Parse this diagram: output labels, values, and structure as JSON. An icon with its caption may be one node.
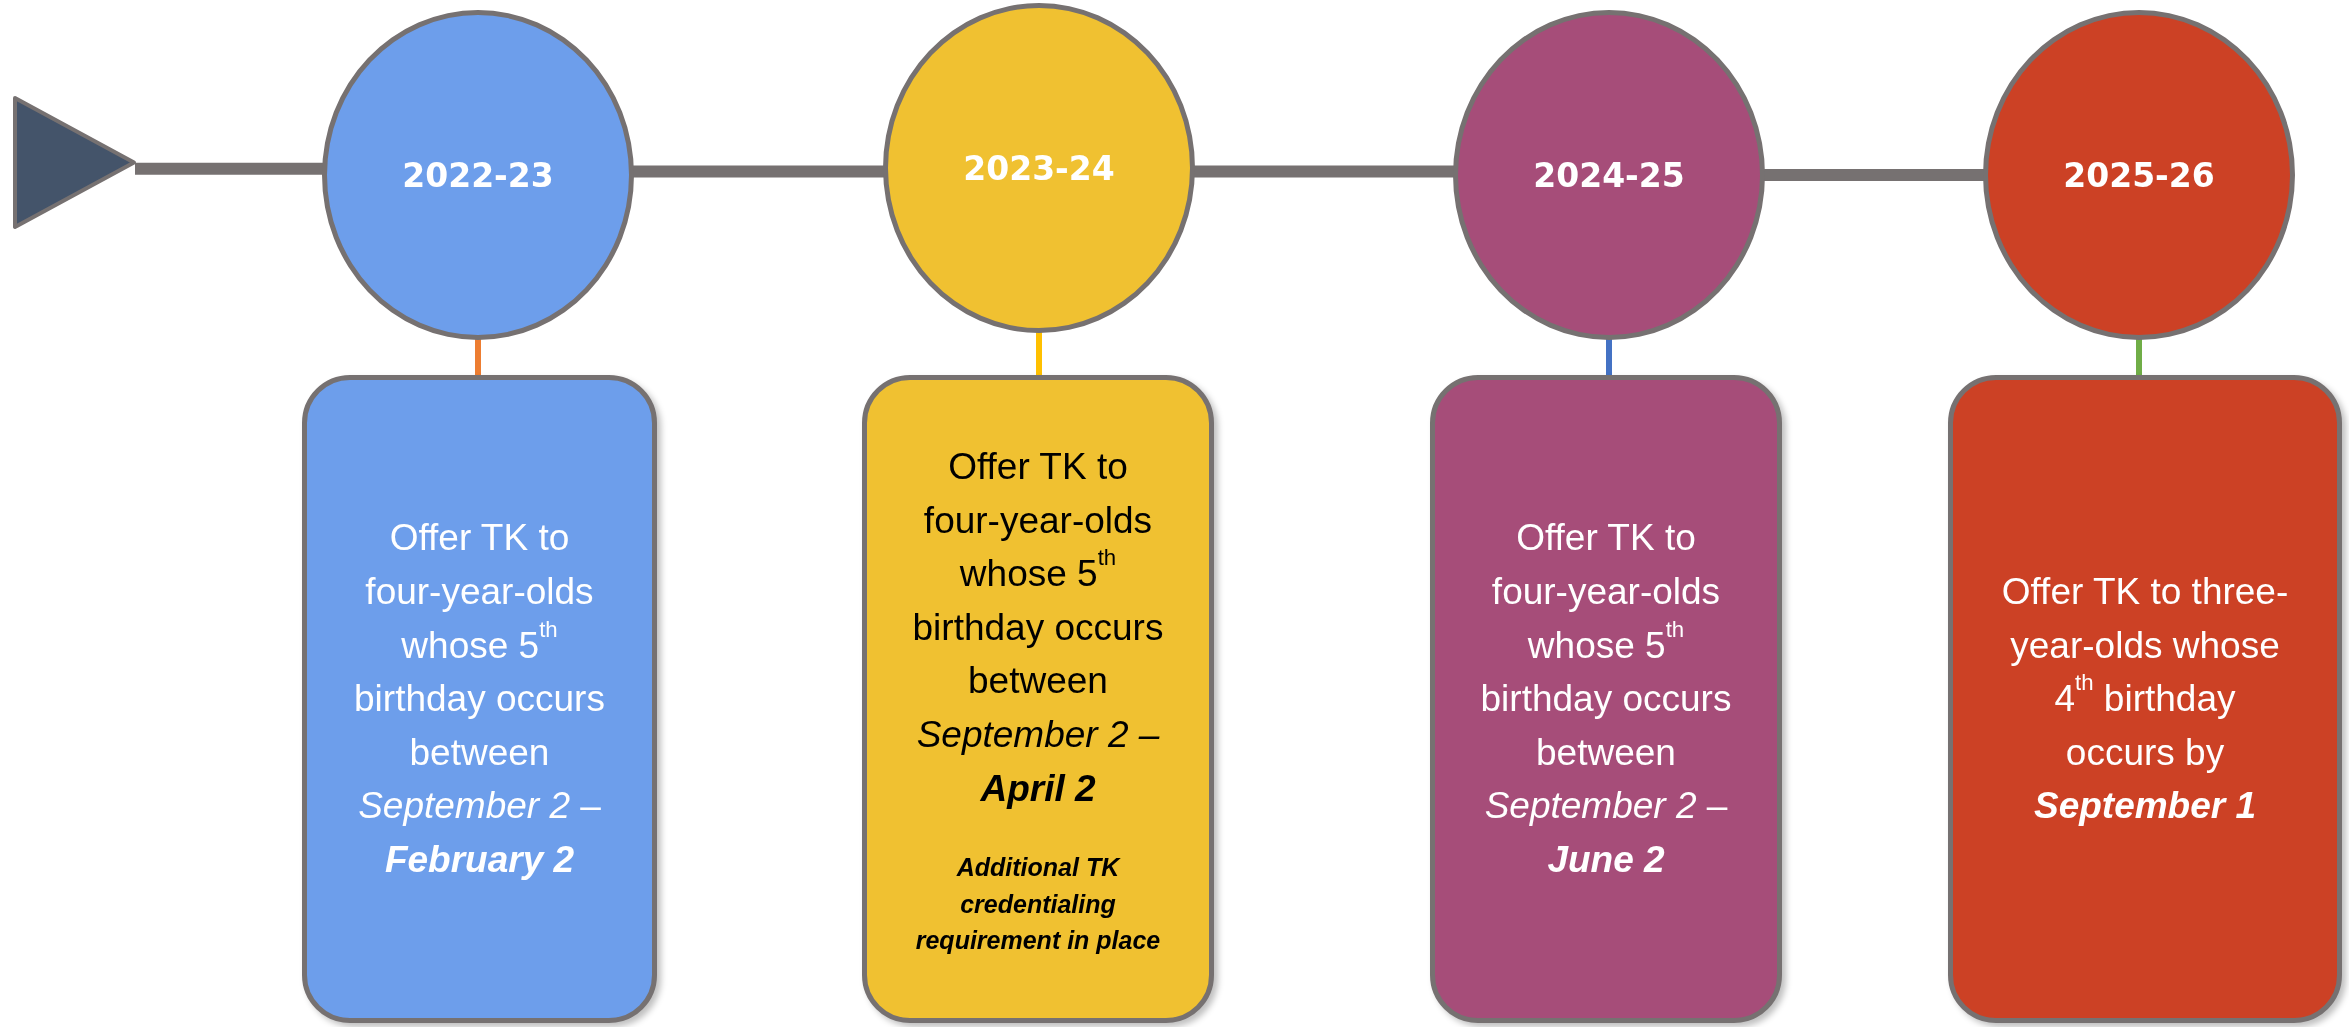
{
  "diagram": {
    "nodes": [
      {
        "text": [],
        "shape": "triangle"
      },
      {
        "text": [
          "2022-23"
        ]
      },
      {
        "text": [
          "2023-24"
        ]
      },
      {
        "text": [
          "2024-25"
        ]
      },
      {
        "text": [
          "2025-26"
        ]
      },
      {
        "text": [
          "Offer TK to four-year-olds whose 5$^{th}$ birthday occurs between *September 2* – **February 2**"
        ]
      },
      {
        "text": [
          "Offer TK to four-year-olds whose 5$^{th}$ birthday occurs between *September 2 –* **April 2**",
          "Additional TK credentialing requirement in place"
        ]
      },
      {
        "text": [
          "Offer TK to four-year-olds whose 5$^{th}$ birthday occurs between *September 2* – **June 2**"
        ]
      },
      {
        "text": [
          "Offer TK to three-year-olds whose 4$^{th}$ birthday occurs by **September 1**"
        ]
      }
    ],
    "edges": [
      {
        "from": 0,
        "to": 1,
        "arrow": "none",
        "style": "thick"
      },
      {
        "from": 1,
        "to": 2,
        "arrow": "none",
        "style": "thick"
      },
      {
        "from": 2,
        "to": 3,
        "arrow": "none",
        "style": "thick"
      },
      {
        "from": 3,
        "to": 4,
        "arrow": "none",
        "style": "thick"
      },
      {
        "from": 1,
        "to": 5,
        "arrow": "none",
        "color": "#ed7d31"
      },
      {
        "from": 2,
        "to": 6,
        "arrow": "none",
        "color": "#ffc000"
      },
      {
        "from": 3,
        "to": 7,
        "arrow": "none",
        "color": "#4472c4"
      },
      {
        "from": 4,
        "to": 8,
        "arrow": "none",
        "color": "#70ad47"
      }
    ]
  }
}
